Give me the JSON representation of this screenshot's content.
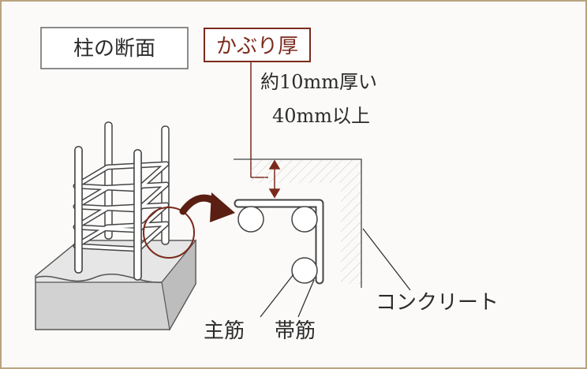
{
  "title_box": {
    "label": "柱の断面"
  },
  "cover_box": {
    "label": "かぶり厚",
    "color": "#7a2a1c"
  },
  "note": {
    "line1": "約10mm厚い",
    "line2": "40mm以上"
  },
  "labels": {
    "main_rebar": "主筋",
    "hoop": "帯筋",
    "concrete": "コンクリート"
  },
  "colors": {
    "frame": "#b9a37f",
    "accent": "#7a2a1c",
    "arrow": "#5a1f12"
  }
}
